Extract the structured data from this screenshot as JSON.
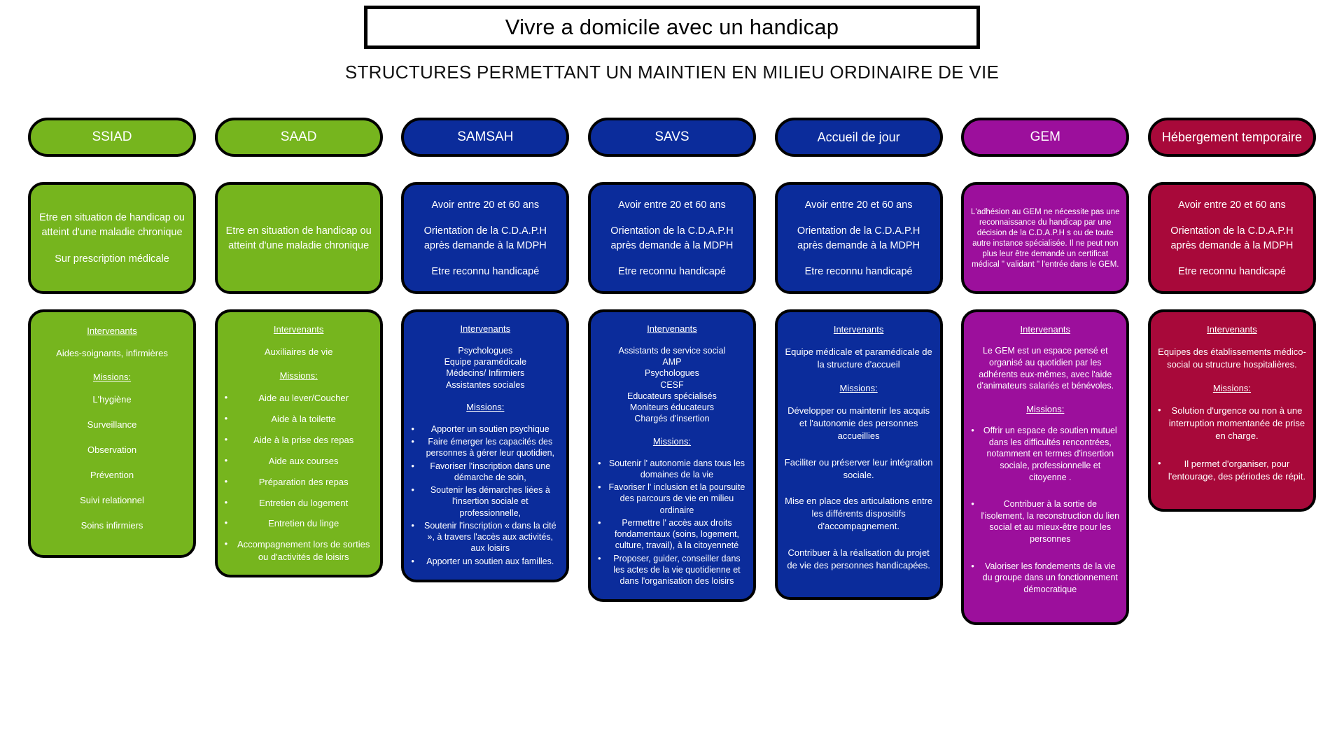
{
  "header": {
    "title": "Vivre a domicile avec un handicap",
    "subtitle": "STRUCTURES PERMETTANT UN MAINTIEN EN MILIEU ORDINAIRE DE VIE"
  },
  "labels": {
    "intervenants": "Intervenants",
    "missions": "Missions:"
  },
  "colors": {
    "green": "#76B51E",
    "blue": "#0B2C9B",
    "purple": "#9C0F9C",
    "red": "#A8093A",
    "outline": "#000000",
    "text_on_card": "#ffffff",
    "page_background": "#ffffff"
  },
  "columns": [
    {
      "key": "ssiad",
      "title": "SSIAD",
      "color": "#76B51E",
      "criteria": [
        "Etre en situation de handicap ou atteint d'une maladie chronique",
        "Sur prescription médicale"
      ],
      "intervenants": [
        "Aides-soignants, infirmières"
      ],
      "missions": [
        "L'hygiène",
        "Surveillance",
        "Observation",
        "Prévention",
        "Suivi relationnel",
        "Soins infirmiers"
      ],
      "missions_bulleted": false
    },
    {
      "key": "saad",
      "title": "SAAD",
      "color": "#76B51E",
      "criteria": [
        "Etre en situation de handicap ou atteint d'une maladie chronique"
      ],
      "intervenants": [
        "Auxiliaires de vie"
      ],
      "missions": [
        "Aide au lever/Coucher",
        "Aide à la toilette",
        "Aide à la prise des repas",
        "Aide aux courses",
        "Préparation des repas",
        "Entretien du logement",
        "Entretien du linge",
        "Accompagnement lors de sorties ou d'activités de loisirs"
      ],
      "missions_bulleted": true
    },
    {
      "key": "samsah",
      "title": "SAMSAH",
      "color": "#0B2C9B",
      "criteria": [
        "Avoir entre 20 et 60 ans",
        "Orientation  de  la C.D.A.P.H après demande à la MDPH",
        "Etre reconnu handicapé"
      ],
      "intervenants": [
        "Psychologues",
        "Equipe paramédicale",
        "Médecins/ Infirmiers",
        "Assistantes sociales"
      ],
      "missions": [
        "Apporter un soutien psychique",
        "Faire émerger les capacités des personnes à gérer leur quotidien,",
        "Favoriser l'inscription dans une démarche de soin,",
        "Soutenir les démarches liées à l'insertion sociale et professionnelle,",
        "Soutenir l'inscription « dans la cité », à travers l'accès aux activités, aux loisirs",
        "Apporter un soutien aux familles."
      ],
      "missions_bulleted": true
    },
    {
      "key": "savs",
      "title": "SAVS",
      "color": "#0B2C9B",
      "criteria": [
        "Avoir entre 20 et 60 ans",
        "Orientation  de  la C.D.A.P.H après demande à la MDPH",
        "Etre reconnu handicapé"
      ],
      "intervenants": [
        "Assistants de service social",
        "AMP",
        "Psychologues",
        "CESF",
        "Educateurs spécialisés",
        "Moniteurs éducateurs",
        "Chargés d'insertion"
      ],
      "missions": [
        "Soutenir l' autonomie dans tous les domaines de la vie",
        "Favoriser l' inclusion et la poursuite des parcours de vie en milieu ordinaire",
        "Permettre l' accès aux droits fondamentaux (soins, logement, culture, travail), à la citoyenneté",
        "Proposer, guider, conseiller dans les actes de la vie quotidienne et dans l'organisation des loisirs"
      ],
      "missions_bulleted": true
    },
    {
      "key": "accueil",
      "title": "Accueil de jour",
      "color": "#0B2C9B",
      "criteria": [
        "Avoir entre 20 et 60 ans",
        "Orientation  de  la C.D.A.P.H après demande à la MDPH",
        "Etre reconnu handicapé"
      ],
      "intervenants": [
        "Equipe médicale et paramédicale de la structure d'accueil"
      ],
      "missions": [
        "Développer ou maintenir les acquis et l'autonomie des personnes accueillies",
        "Faciliter ou préserver leur intégration sociale.",
        "Mise en place des articulations entre les différents dispositifs d'accompagnement.",
        "Contribuer à la réalisation du projet de vie des personnes handicapées."
      ],
      "missions_bulleted": false
    },
    {
      "key": "gem",
      "title": "GEM",
      "color": "#9C0F9C",
      "criteria": [
        "L'adhésion au GEM ne nécessite pas  une reconnaissance du handicap par une décision de la C.D.A.P.H s ou de toute autre instance spécialisée. Il ne peut non plus leur être demandé un certificat médical \" validant \" l'entrée dans le GEM."
      ],
      "criteria_dense": true,
      "intervenants": [
        "Le GEM est un espace pensé et organisé au quotidien par les adhérents eux-mêmes, avec l'aide d'animateurs salariés et bénévoles."
      ],
      "missions": [
        "Offrir un espace de soutien mutuel dans les difficultés rencontrées, notamment en termes d'insertion sociale, professionnelle et citoyenne .",
        "Contribuer à la sortie de l'isolement, la reconstruction du lien social et au mieux-être pour les personnes",
        "Valoriser les fondements de la vie du groupe dans un fonctionnement démocratique"
      ],
      "missions_bulleted": true
    },
    {
      "key": "hebergement",
      "title": "Hébergement temporaire",
      "color": "#A8093A",
      "criteria": [
        "Avoir entre 20 et 60 ans",
        "Orientation  de  la C.D.A.P.H après demande à la MDPH",
        "Etre reconnu handicapé"
      ],
      "intervenants": [
        "Equipes des établissements médico-social ou structure hospitalières."
      ],
      "missions": [
        "Solution d'urgence ou non à une interruption momentanée de prise en charge.",
        "Il permet d'organiser, pour l'entourage, des périodes de répit."
      ],
      "missions_bulleted": true
    }
  ]
}
